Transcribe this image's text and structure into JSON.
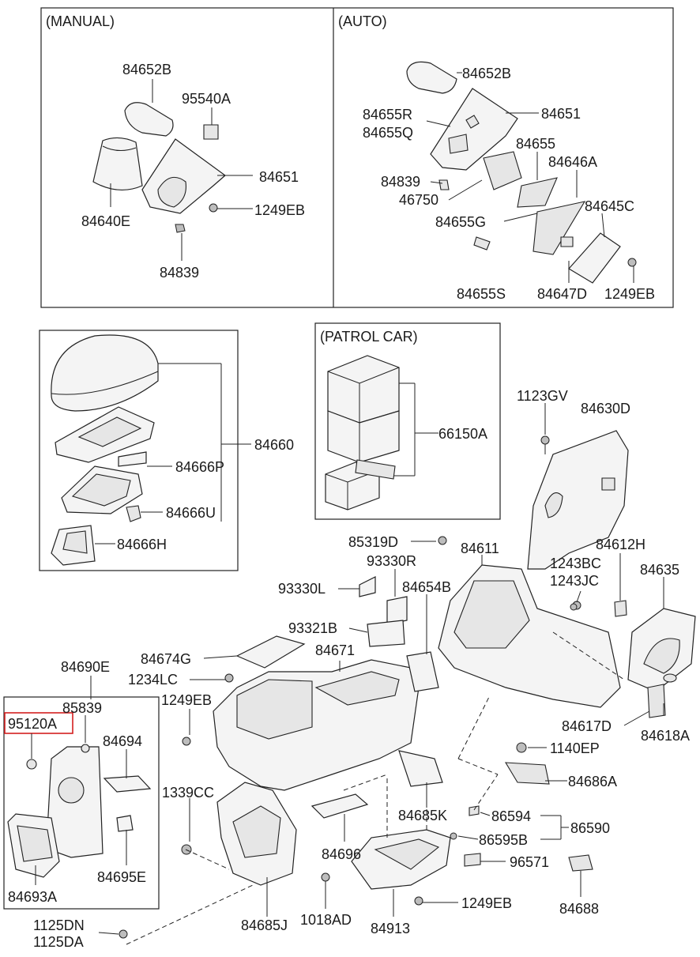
{
  "sections": {
    "manual": "(MANUAL)",
    "auto": "(AUTO)",
    "patrol": "(PATROL CAR)"
  },
  "labels": {
    "m_84652B": "84652B",
    "m_95540A": "95540A",
    "m_84651": "84651",
    "m_84640E": "84640E",
    "m_1249EB": "1249EB",
    "m_84839": "84839",
    "a_84652B": "84652B",
    "a_84655R": "84655R",
    "a_84655Q": "84655Q",
    "a_84651": "84651",
    "a_84655": "84655",
    "a_84646A": "84646A",
    "a_84839": "84839",
    "a_46750": "46750",
    "a_84645C": "84645C",
    "a_84655G": "84655G",
    "a_84655S": "84655S",
    "a_84647D": "84647D",
    "a_1249EB": "1249EB",
    "p_84660": "84660",
    "p_84666P": "84666P",
    "p_84666U": "84666U",
    "p_84666H": "84666H",
    "pc_66150A": "66150A",
    "l_1123GV": "1123GV",
    "l_84630D": "84630D",
    "l_85319D": "85319D",
    "l_84611": "84611",
    "l_84612H": "84612H",
    "l_93330R": "93330R",
    "l_1243BC": "1243BC",
    "l_1243JC": "1243JC",
    "l_84635": "84635",
    "l_93330L": "93330L",
    "l_84654B": "84654B",
    "l_93321B": "93321B",
    "l_84674G": "84674G",
    "l_84671": "84671",
    "l_84690E": "84690E",
    "l_1234LC": "1234LC",
    "l_1249EB": "1249EB",
    "l_85839": "85839",
    "l_95120A": "95120A",
    "l_84694": "84694",
    "l_84617D": "84617D",
    "l_84618A": "84618A",
    "l_1140EP": "1140EP",
    "l_84686A": "84686A",
    "l_1339CC": "1339CC",
    "l_84685K": "84685K",
    "l_86594": "86594",
    "l_86590": "86590",
    "l_86595B": "86595B",
    "l_84696": "84696",
    "l_84695E": "84695E",
    "l_96571": "96571",
    "l_84693A": "84693A",
    "l_1018AD": "1018AD",
    "l_1249EB2": "1249EB",
    "l_84688": "84688",
    "l_84685J": "84685J",
    "l_84913": "84913",
    "l_1125DN": "1125DN",
    "l_1125DA": "1125DA"
  },
  "highlight_color": "#d32020"
}
